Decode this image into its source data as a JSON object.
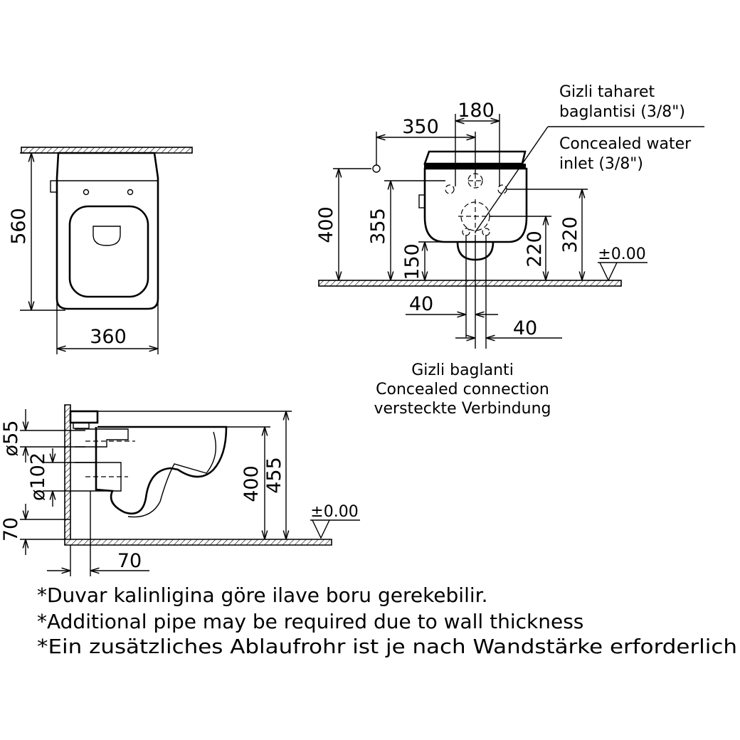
{
  "top_view": {
    "dim_length": "560",
    "dim_width": "360"
  },
  "front_view": {
    "dim_180": "180",
    "dim_350": "350",
    "dim_400": "400",
    "dim_355": "355",
    "dim_150": "150",
    "dim_220": "220",
    "dim_320": "320",
    "floor_level": "±0.00",
    "dim_40_left": "40",
    "dim_40_right": "40",
    "water_inlet_label": {
      "tr_line1": "Gizli taharet",
      "tr_line2": "baglantisi (3/8\")",
      "en_line1": "Concealed water",
      "en_line2": "inlet (3/8\")"
    },
    "connection_label": {
      "tr": "Gizli baglanti",
      "en": "Concealed connection",
      "de": "versteckte Verbindung"
    }
  },
  "side_view": {
    "dim_55": "ø55",
    "dim_102": "ø102",
    "dim_70_vertical": "70",
    "dim_400": "400",
    "dim_455": "455",
    "floor_level": "±0.00",
    "dim_70_horizontal": "70"
  },
  "notes": [
    "*Duvar kalinligina göre ilave boru gerekebilir.",
    "*Additional pipe may be required due to wall thickness",
    "*Ein zusätzliches Ablaufrohr ist je nach Wandstärke erforderlich"
  ]
}
